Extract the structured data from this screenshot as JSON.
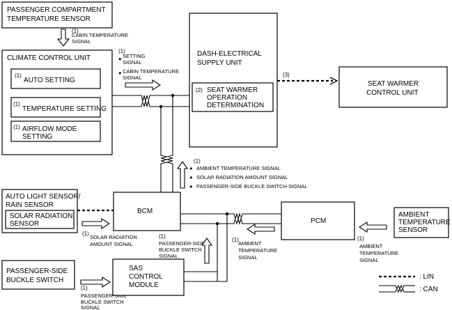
{
  "blocks": {
    "passenger_sensor": [
      "PASSENGER COMPARTMENT",
      "TEMPERATURE SENSOR"
    ],
    "climate_unit": "CLIMATE CONTROL UNIT",
    "auto_setting": "AUTO SETTING",
    "temperature_setting": "TEMPERATURE SETTING",
    "airflow_mode": [
      "AIRFLOW MODE",
      "SETTING"
    ],
    "dash_supply": [
      "DASH-ELECTRICAL",
      "SUPPLY UNIT"
    ],
    "seat_warmer_op": [
      "SEAT WARMER",
      "OPERATION",
      "DETERMINATION"
    ],
    "seat_warmer_unit": [
      "SEAT WARMER",
      "CONTROL UNIT"
    ],
    "auto_light": [
      "AUTO LIGHT SENSOR/",
      "RAIN SENSOR"
    ],
    "solar_sensor": [
      "SOLAR RADIATION",
      "SENSOR"
    ],
    "bcm": "BCM",
    "pcm": "PCM",
    "ambient_sensor": [
      "AMBIENT",
      "TEMPERATURE",
      "SENSOR"
    ],
    "buckle_switch": [
      "PASSENGER-SIDE",
      "BUCKLE SWITCH"
    ],
    "sas_module": [
      "SAS",
      "CONTROL",
      "MODULE"
    ]
  },
  "numbers": {
    "n1": "(1)",
    "n2": "(2)",
    "n3": "(3)"
  },
  "signals": {
    "cabin_temp": [
      "CABIN TEMPERATURE",
      "SIGNAL"
    ],
    "setting": [
      "SETTING",
      "SIGNAL"
    ],
    "cabin_temp2": [
      "CABIN TEMPERATURE",
      "SIGNAL"
    ],
    "ambient_temp": "AMBIENT TEMPERATURE SIGNAL",
    "solar_amount": "SOLAR RADIATION AMOUNT SIGNAL",
    "buckle_switch_signal": "PASSENGER-SIDE BUCKLE SWITCH SIGNAL",
    "solar_amount2": [
      "SOLAR RADIATION",
      "AMOUNT SIGNAL"
    ],
    "buckle_bcm": [
      "PASSENGER-SIDE",
      "BUCKLE SWITCH",
      "SIGNAL"
    ],
    "ambient_pcm": [
      "AMBIENT",
      "TEMPERATURE",
      "SIGNAL"
    ],
    "ambient_sensor_sig": [
      "AMBIENT",
      "TEMPERATURE",
      "SIGNAL"
    ],
    "buckle_sas": [
      "PASSENGER-SIDE",
      "BUCKLE SWITCH",
      "SIGNAL"
    ]
  },
  "legend": {
    "lin": ": LIN",
    "can": ": CAN"
  }
}
